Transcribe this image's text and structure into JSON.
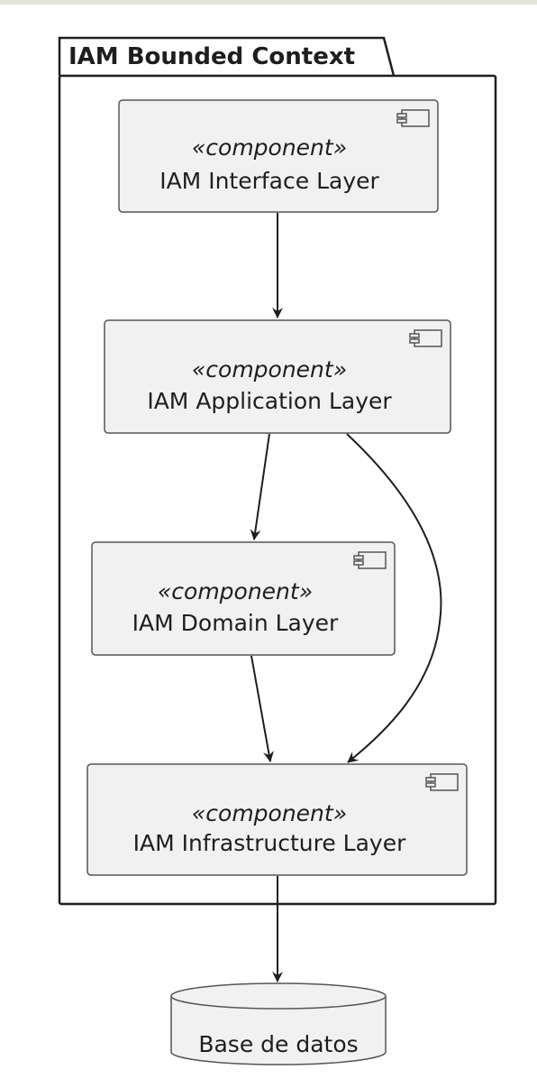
{
  "diagram": {
    "package": {
      "title": "IAM Bounded Context"
    },
    "stereotype": "«component»",
    "components": {
      "interface": "IAM Interface Layer",
      "application": "IAM Application Layer",
      "domain": "IAM Domain Layer",
      "infrastructure": "IAM Infrastructure Layer"
    },
    "database": {
      "label": "Base de datos"
    },
    "relations": [
      {
        "from": "IAM Interface Layer",
        "to": "IAM Application Layer"
      },
      {
        "from": "IAM Application Layer",
        "to": "IAM Domain Layer"
      },
      {
        "from": "IAM Application Layer",
        "to": "IAM Infrastructure Layer"
      },
      {
        "from": "IAM Domain Layer",
        "to": "IAM Infrastructure Layer"
      },
      {
        "from": "IAM Infrastructure Layer",
        "to": "Base de datos"
      }
    ],
    "colors": {
      "component_fill": "#f1f1f1",
      "line": "#1e1e1e",
      "component_border": "#555555",
      "top_strip": "#e5e4d8"
    }
  }
}
